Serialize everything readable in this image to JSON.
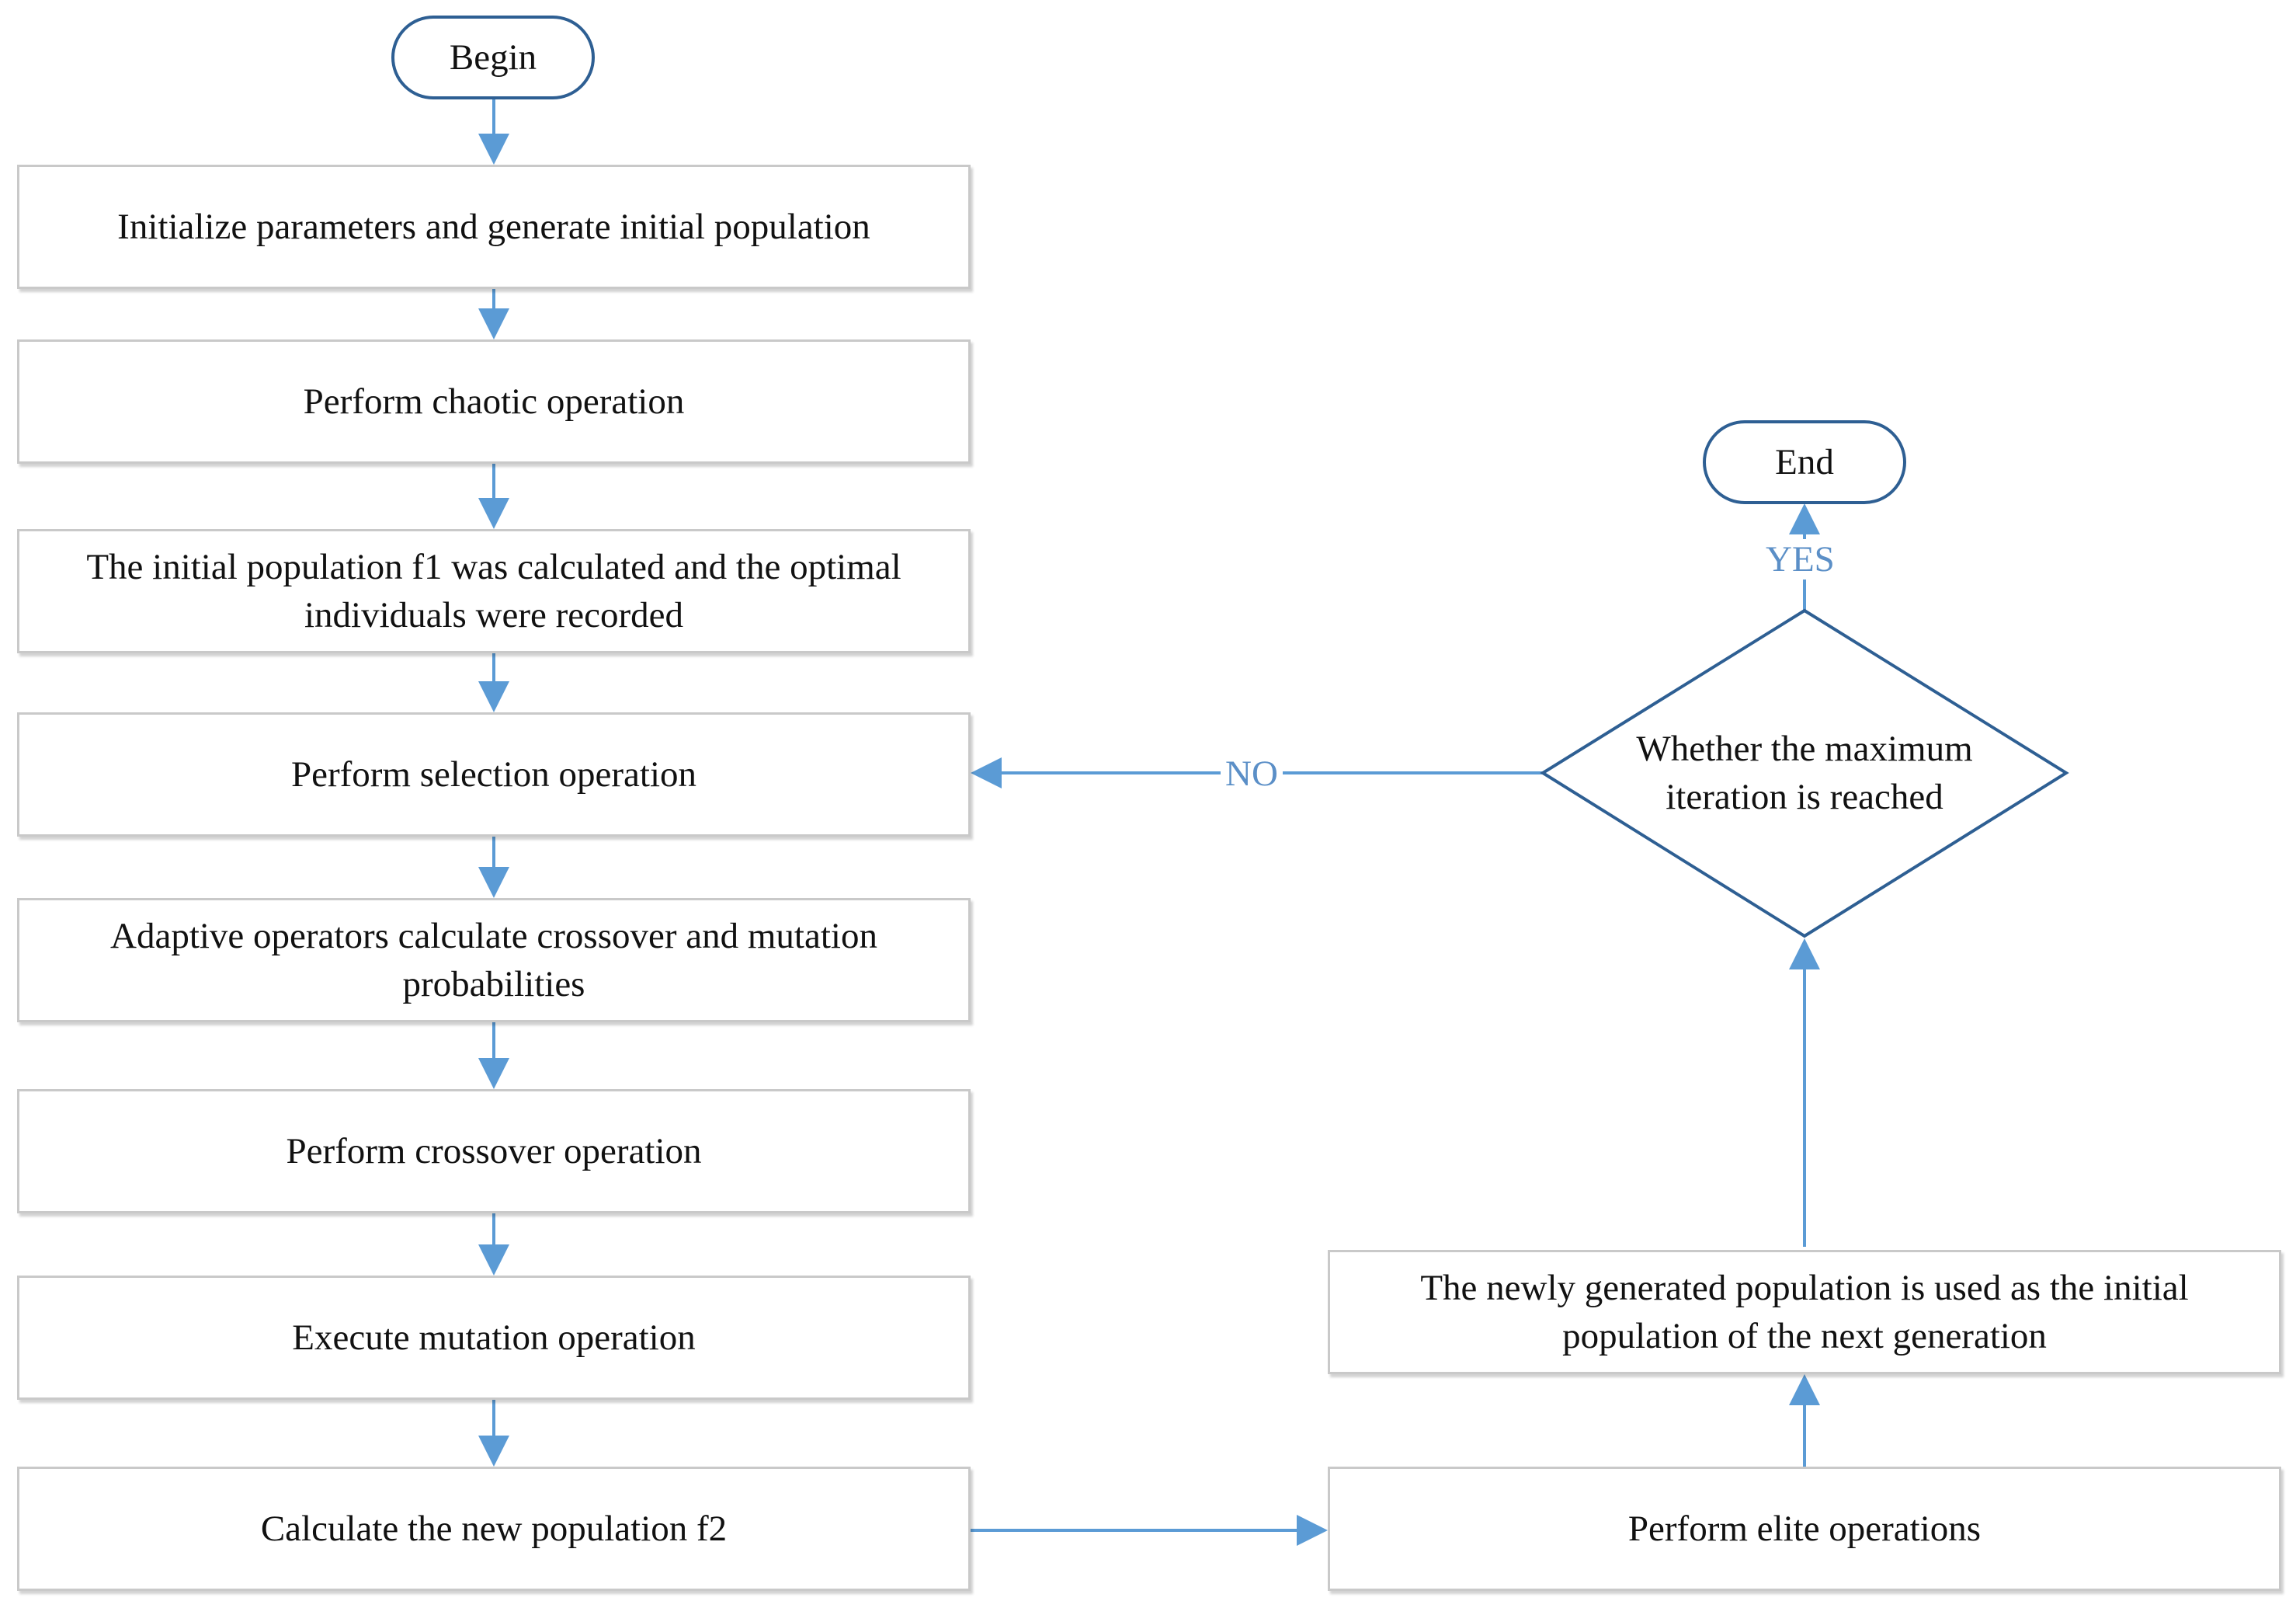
{
  "flowchart": {
    "begin": "Begin",
    "end": "End",
    "steps": [
      "Initialize parameters and generate initial population",
      "Perform chaotic operation",
      "The initial population f1 was calculated and the optimal individuals were recorded",
      "Perform selection operation",
      "Adaptive operators calculate crossover and mutation probabilities",
      "Perform crossover operation",
      "Execute mutation operation",
      "Calculate the new population f2"
    ],
    "elite": "Perform elite operations",
    "new_population": "The newly generated population is used as the initial population of the next generation",
    "decision": "Whether the maximum iteration is reached",
    "yes_label": "YES",
    "no_label": "NO"
  },
  "colors": {
    "connector": "#5b9bd5",
    "terminal_border": "#2e5f93",
    "box_border": "#c9c9c9",
    "label": "#5b8fc7"
  }
}
